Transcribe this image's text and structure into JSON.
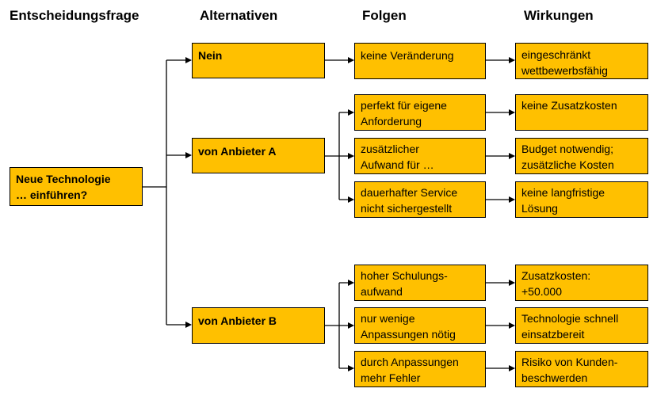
{
  "headers": {
    "question": "Entscheidungsfrage",
    "alternatives": "Alternativen",
    "consequences": "Folgen",
    "effects": "Wirkungen"
  },
  "question": "Neue Technologie\n… einführen?",
  "alternatives": [
    {
      "label": "Nein",
      "consequences": [
        {
          "text": "keine Veränderung",
          "effect": "eingeschränkt\nwettbewerbsfähig"
        }
      ]
    },
    {
      "label": "von Anbieter A",
      "consequences": [
        {
          "text": "perfekt für eigene\nAnforderung",
          "effect": "keine Zusatzkosten"
        },
        {
          "text": "zusätzlicher\nAufwand für …",
          "effect": "Budget notwendig;\nzusätzliche  Kosten"
        },
        {
          "text": "dauerhafter Service\nnicht sichergestellt",
          "effect": "keine langfristige\nLösung"
        }
      ]
    },
    {
      "label": "von Anbieter B",
      "consequences": [
        {
          "text": "hoher Schulungs-\naufwand",
          "effect": "Zusatzkosten:\n+50.000"
        },
        {
          "text": "nur wenige\nAnpassungen nötig",
          "effect": "Technologie schnell\neinsatzbereit"
        },
        {
          "text": "durch Anpassungen\nmehr Fehler",
          "effect": "Risiko von Kunden-\nbeschwerden"
        }
      ]
    }
  ]
}
